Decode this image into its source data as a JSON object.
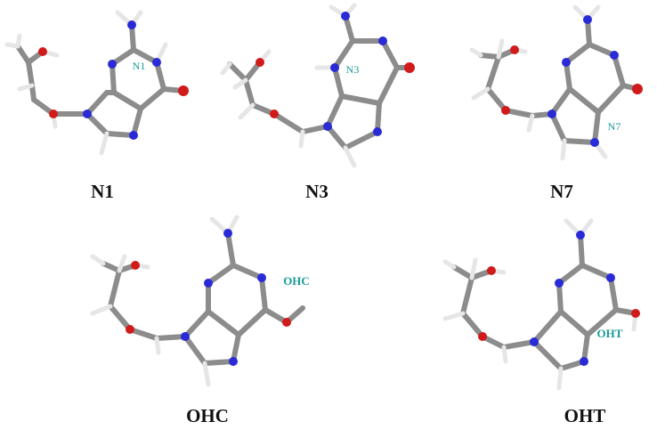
{
  "figure": {
    "colors": {
      "carbon": "#8c8c8c",
      "nitrogen": "#2a2ad6",
      "oxygen": "#d11a1a",
      "hydrogen": "#e6e6e6",
      "label": "#1a9a9a",
      "caption": "#111111"
    },
    "panels": [
      {
        "caption": "N1",
        "site_label": "N1"
      },
      {
        "caption": "N3",
        "site_label": "N3"
      },
      {
        "caption": "N7",
        "site_label": "N7"
      },
      {
        "caption": "OHC",
        "site_label": "OHC"
      },
      {
        "caption": "OHT",
        "site_label": "OHT"
      }
    ]
  }
}
